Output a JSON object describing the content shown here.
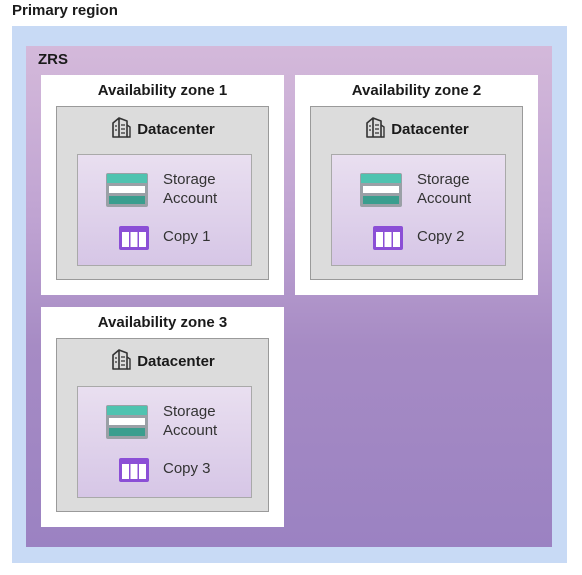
{
  "region": {
    "title": "Primary region"
  },
  "zrs": {
    "label": "ZRS"
  },
  "colors": {
    "region_fill": "#c8daf5",
    "zrs_fill_top": "#d4b9da",
    "zrs_fill_bottom": "#9b82c2",
    "datacenter_fill": "#dcdcdc",
    "storage_icon_teal": "#4fc3b0",
    "copy_icon_purple": "#8b4fd6"
  },
  "zones": [
    {
      "title": "Availability zone 1",
      "datacenter": "Datacenter",
      "storage_line1": "Storage",
      "storage_line2": "Account",
      "copy": "Copy 1"
    },
    {
      "title": "Availability zone 2",
      "datacenter": "Datacenter",
      "storage_line1": "Storage",
      "storage_line2": "Account",
      "copy": "Copy 2"
    },
    {
      "title": "Availability zone 3",
      "datacenter": "Datacenter",
      "storage_line1": "Storage",
      "storage_line2": "Account",
      "copy": "Copy 3"
    }
  ],
  "icons": {
    "datacenter": "datacenter-icon",
    "storage": "storage-account-icon",
    "copy": "table-copy-icon"
  }
}
